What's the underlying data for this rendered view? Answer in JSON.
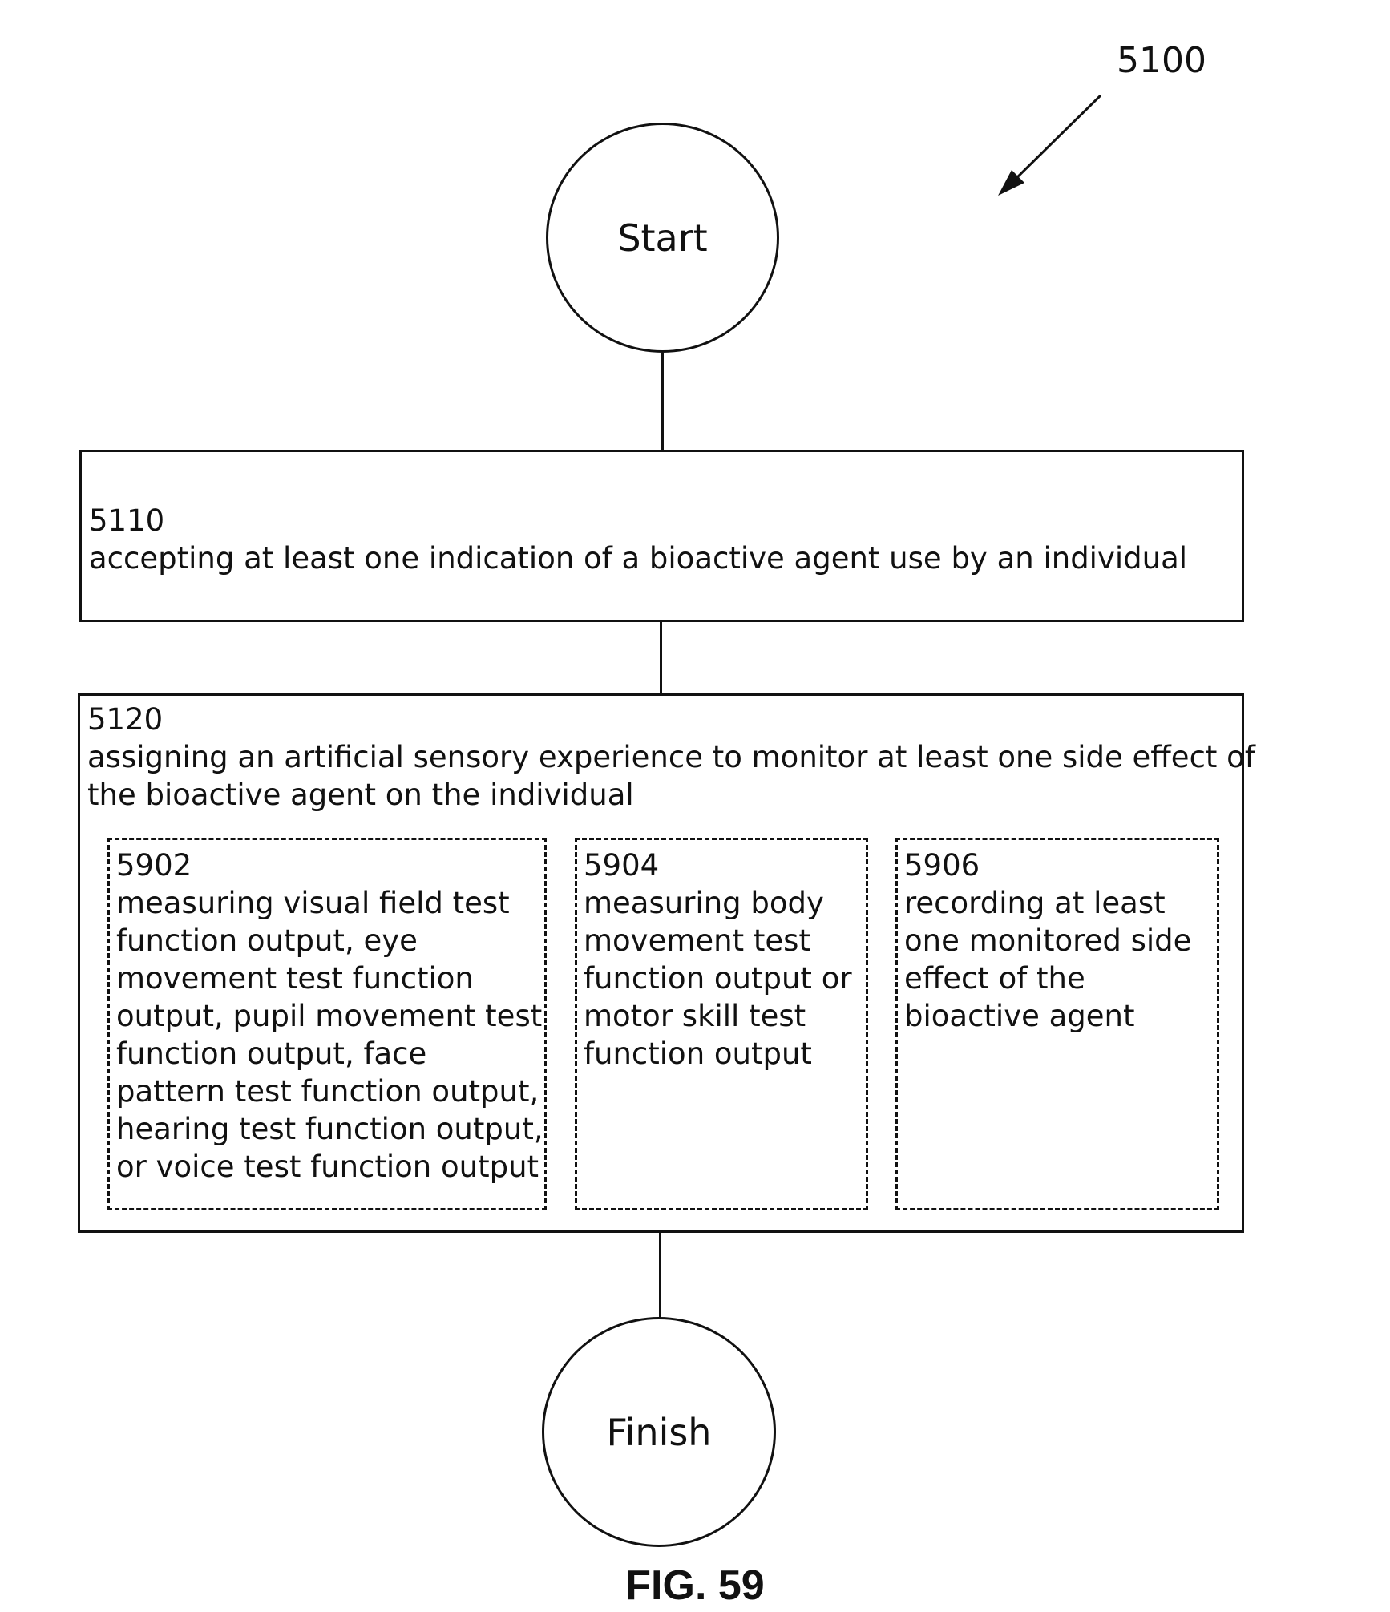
{
  "figure_ref": "5100",
  "start_label": "Start",
  "finish_label": "Finish",
  "figure_caption": "FIG. 59",
  "steps": [
    {
      "id": "5110",
      "text_lines": [
        "accepting at least one indication of a bioactive agent use by an individual"
      ]
    },
    {
      "id": "5120",
      "text_lines": [
        "assigning an artificial sensory experience to monitor at least one side effect of",
        "the bioactive agent on the individual"
      ],
      "substeps": [
        {
          "id": "5902",
          "text_lines": [
            "measuring visual field test",
            "function output, eye",
            "movement test function",
            "output, pupil movement test",
            "function output, face",
            "pattern test function output,",
            "hearing test function output,",
            "or voice test function output"
          ]
        },
        {
          "id": "5904",
          "text_lines": [
            "measuring body",
            "movement test",
            "function output or",
            "motor skill test",
            "function output"
          ]
        },
        {
          "id": "5906",
          "text_lines": [
            "recording at least",
            "one monitored side",
            "effect of the",
            "bioactive agent"
          ]
        }
      ]
    }
  ]
}
